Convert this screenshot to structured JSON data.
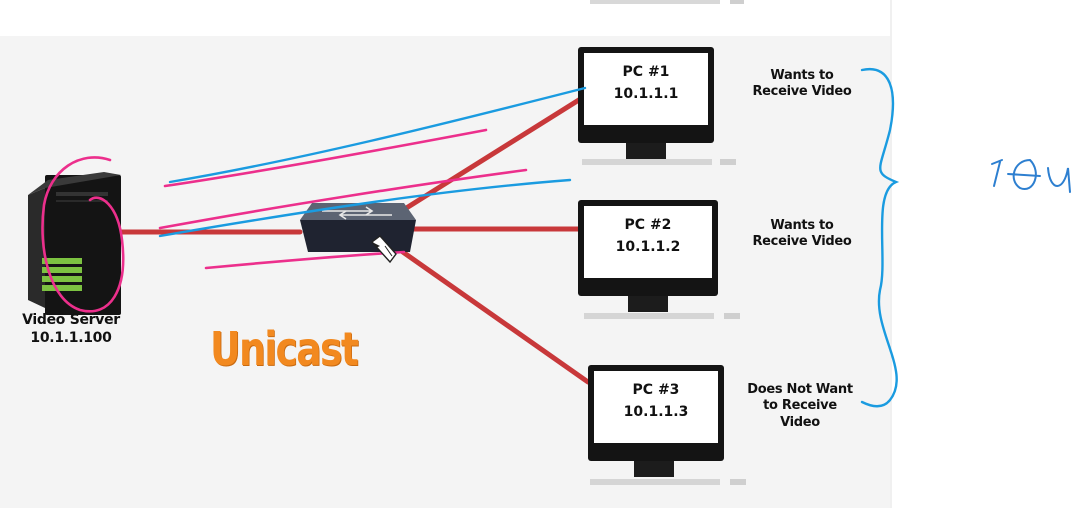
{
  "diagram": {
    "title": "Unicast",
    "server": {
      "name": "Video Server",
      "ip": "10.1.1.100"
    },
    "pcs": [
      {
        "name": "PC #1",
        "ip": "10.1.1.1",
        "status": [
          "Wants to",
          "Receive Video"
        ]
      },
      {
        "name": "PC #2",
        "ip": "10.1.1.2",
        "status": [
          "Wants to",
          "Receive Video"
        ]
      },
      {
        "name": "PC #3",
        "ip": "10.1.1.3",
        "status": [
          "Does Not Want",
          "to Receive",
          "Video"
        ]
      }
    ]
  },
  "annotations": {
    "handwritten_note": "10U"
  },
  "colors": {
    "link": "#c8383a",
    "title": "#f2891f",
    "pen_pink": "#ec2f8c",
    "pen_blue": "#1a9be0",
    "pen_handwriting": "#2d7fd0"
  }
}
